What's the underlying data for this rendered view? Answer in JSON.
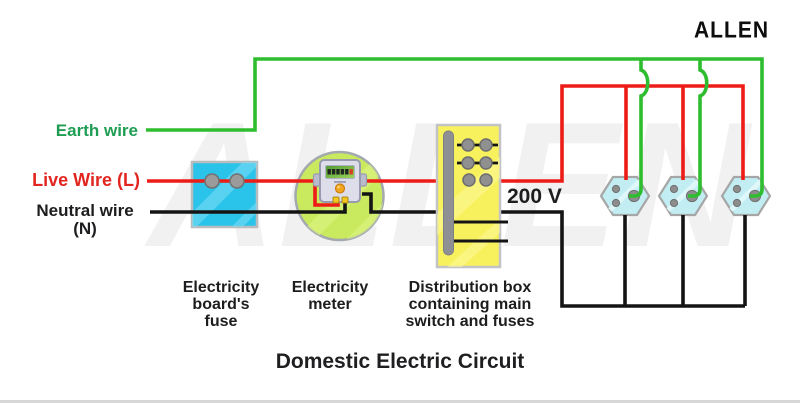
{
  "brand": {
    "logo": "ALLEN",
    "watermark": "ALLEN"
  },
  "title": "Domestic Electric Circuit",
  "wire_labels": {
    "earth": "Earth wire",
    "live": "Live Wire (L)",
    "neutral_line1": "Neutral wire",
    "neutral_line2": "(N)"
  },
  "voltage": "200 V",
  "component_labels": {
    "fuse": [
      "Electricity",
      "board's",
      "fuse"
    ],
    "meter": [
      "Electricity",
      "meter"
    ],
    "distribution": [
      "Distribution box",
      "containing main",
      "switch and fuses"
    ]
  },
  "figures": {
    "socket_count": 3,
    "fuse_terminal_count": 2,
    "distribution_fuse_count": 6
  },
  "colors": {
    "earth_wire": "#2ebd2e",
    "live_wire": "#ee1c16",
    "neutral_wire": "#141414",
    "earth_label": "#1f9e53",
    "live_label": "#e32520",
    "fuse_box_fill": "#2ac3ea",
    "meter_circle_fill": "#c9ea5f",
    "meter_body_fill": "#dddeea",
    "distribution_box_fill": "#f8f15e",
    "socket_fill": "#c2eef3",
    "logo_color": "#0d0d0d"
  }
}
